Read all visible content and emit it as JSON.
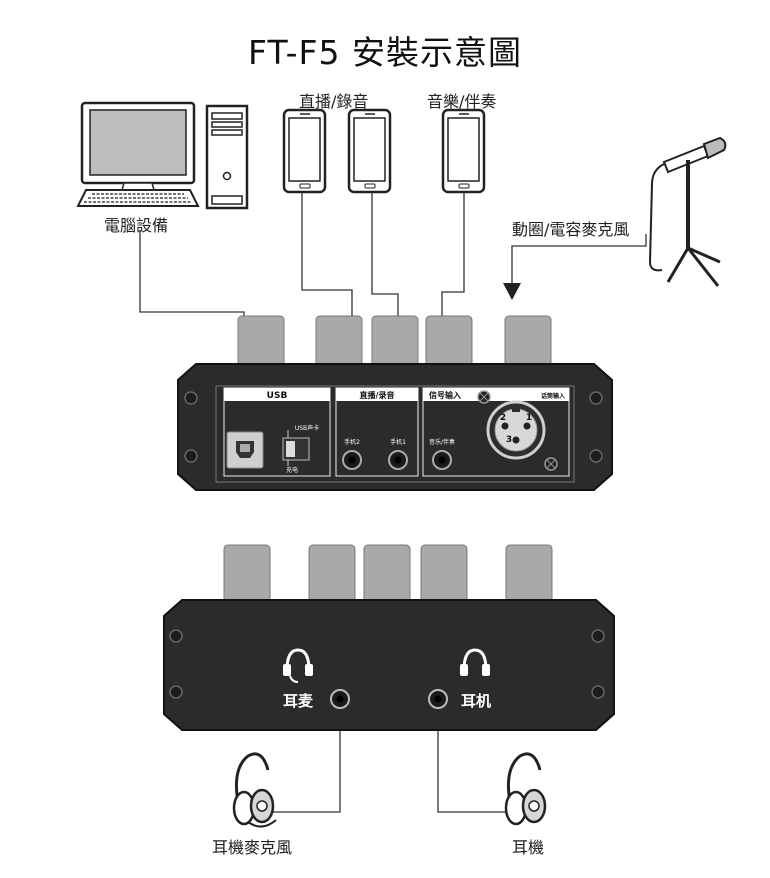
{
  "title": "FT-F5 安裝示意圖",
  "devices": {
    "computer": "電腦設備",
    "phones_live": "直播/錄音",
    "phone_music": "音樂/伴奏",
    "microphone": "動圈/電容麥克風",
    "headset_mic": "耳機麥克風",
    "headphones": "耳機"
  },
  "front_panel": {
    "usb_section": "USB",
    "live_section": "直播/录音",
    "input_section": "信号输入",
    "mic_section": "话筒输入",
    "usb_soundcard": "USB声卡",
    "charging": "充电",
    "phone2": "手机2",
    "phone1": "手机1",
    "music": "音乐/伴奏",
    "xlr_pin1": "1",
    "xlr_pin2": "2",
    "xlr_pin3": "3"
  },
  "back_panel": {
    "headset_mic_jack": "耳麦",
    "headphone_jack": "耳机"
  },
  "colors": {
    "device_body": "#2b2b2b",
    "knob": "#a9a9a9",
    "line": "#333333"
  }
}
